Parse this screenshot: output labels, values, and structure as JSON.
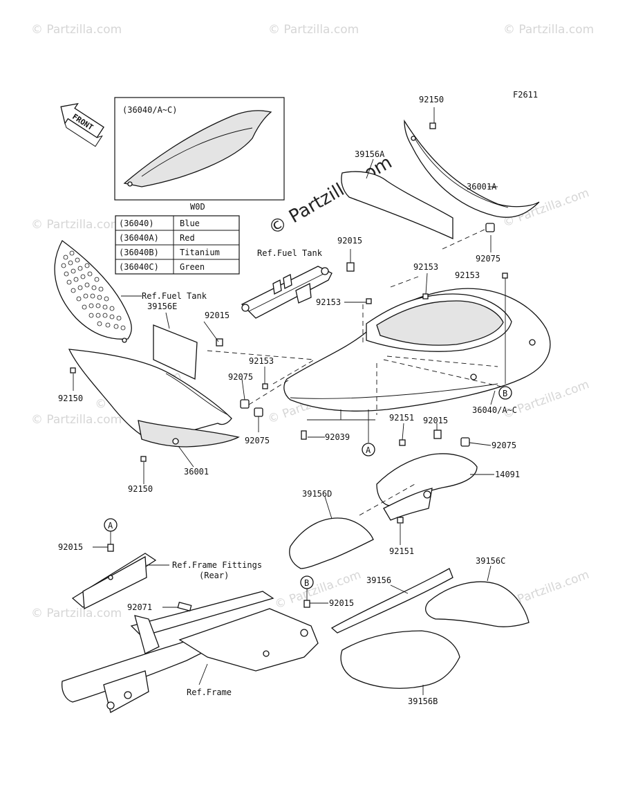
{
  "diagram_code": "F2611",
  "watermark": "© Partzilla.com",
  "main_watermark": "© Partzilla.com",
  "front_label": "FRONT",
  "inset_title": "(36040/A~C)",
  "color_table": {
    "header": "W0D",
    "rows": [
      {
        "code": "(36040)",
        "color": "Blue"
      },
      {
        "code": "(36040A)",
        "color": "Red"
      },
      {
        "code": "(36040B)",
        "color": "Titanium"
      },
      {
        "code": "(36040C)",
        "color": "Green"
      }
    ]
  },
  "refs": {
    "fuel_tank_top": "Ref.Fuel Tank",
    "fuel_tank_left": "Ref.Fuel Tank",
    "frame_fittings": "Ref.Frame Fittings",
    "frame_fittings_sub": "(Rear)",
    "frame": "Ref.Frame"
  },
  "callouts": {
    "a_upper": "A",
    "a_lower": "A",
    "b_right": "B",
    "b_lower": "B"
  },
  "parts": {
    "p92150_top": "92150",
    "p39156A": "39156A",
    "p36001A": "36001A",
    "p92075_top": "92075",
    "p92015_center": "92015",
    "p92153_right1": "92153",
    "p92153_right2": "92153",
    "p92153_mid": "92153",
    "p39156E": "39156E",
    "p92015_left": "92015",
    "p92150_left": "92150",
    "p92153_low": "92153",
    "p92075_left1": "92075",
    "p92075_left2": "92075",
    "p36040": "36040/A~C",
    "p92151_top": "92151",
    "p92015_right": "92015",
    "p92075_right": "92075",
    "p92039": "92039",
    "p14091": "14091",
    "p36001": "36001",
    "p92150_bottom": "92150",
    "p39156D": "39156D",
    "p92151_bottom": "92151",
    "p92015_a": "92015",
    "p39156": "39156",
    "p39156C": "39156C",
    "p92071": "92071",
    "p92015_b": "92015",
    "p39156B": "39156B"
  }
}
